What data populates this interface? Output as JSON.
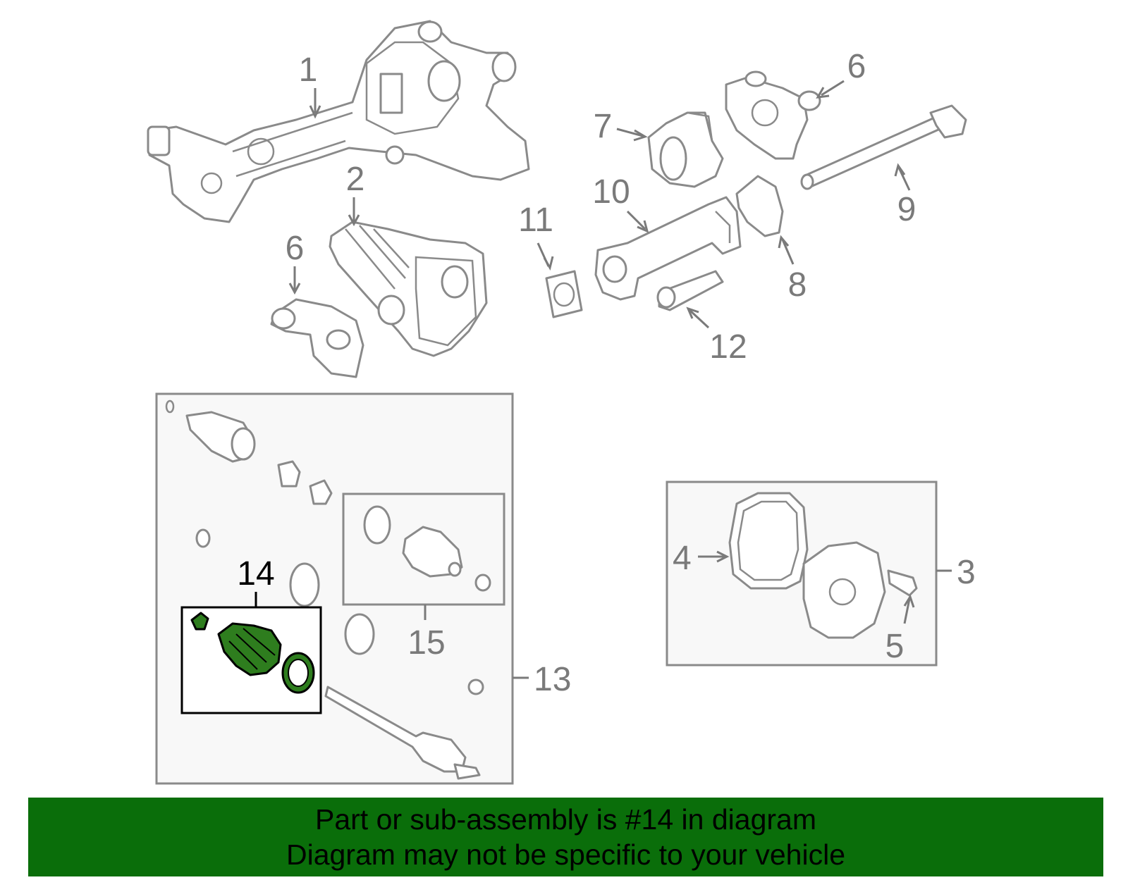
{
  "diagram": {
    "callouts": {
      "c1": "1",
      "c2": "2",
      "c3": "3",
      "c4": "4",
      "c5": "5",
      "c6a": "6",
      "c6b": "6",
      "c7": "7",
      "c8": "8",
      "c9": "9",
      "c10": "10",
      "c11": "11",
      "c12": "12",
      "c13": "13",
      "c14": "14",
      "c15": "15"
    },
    "highlighted_part": "14",
    "colors": {
      "highlight_fill": "#2e7d1e",
      "banner_background": "#0a6e0a",
      "line_art": "#8a8a8a"
    }
  },
  "banner": {
    "line1": "Part or sub-assembly is #14 in diagram",
    "line2": "Diagram may not be specific to your vehicle"
  }
}
